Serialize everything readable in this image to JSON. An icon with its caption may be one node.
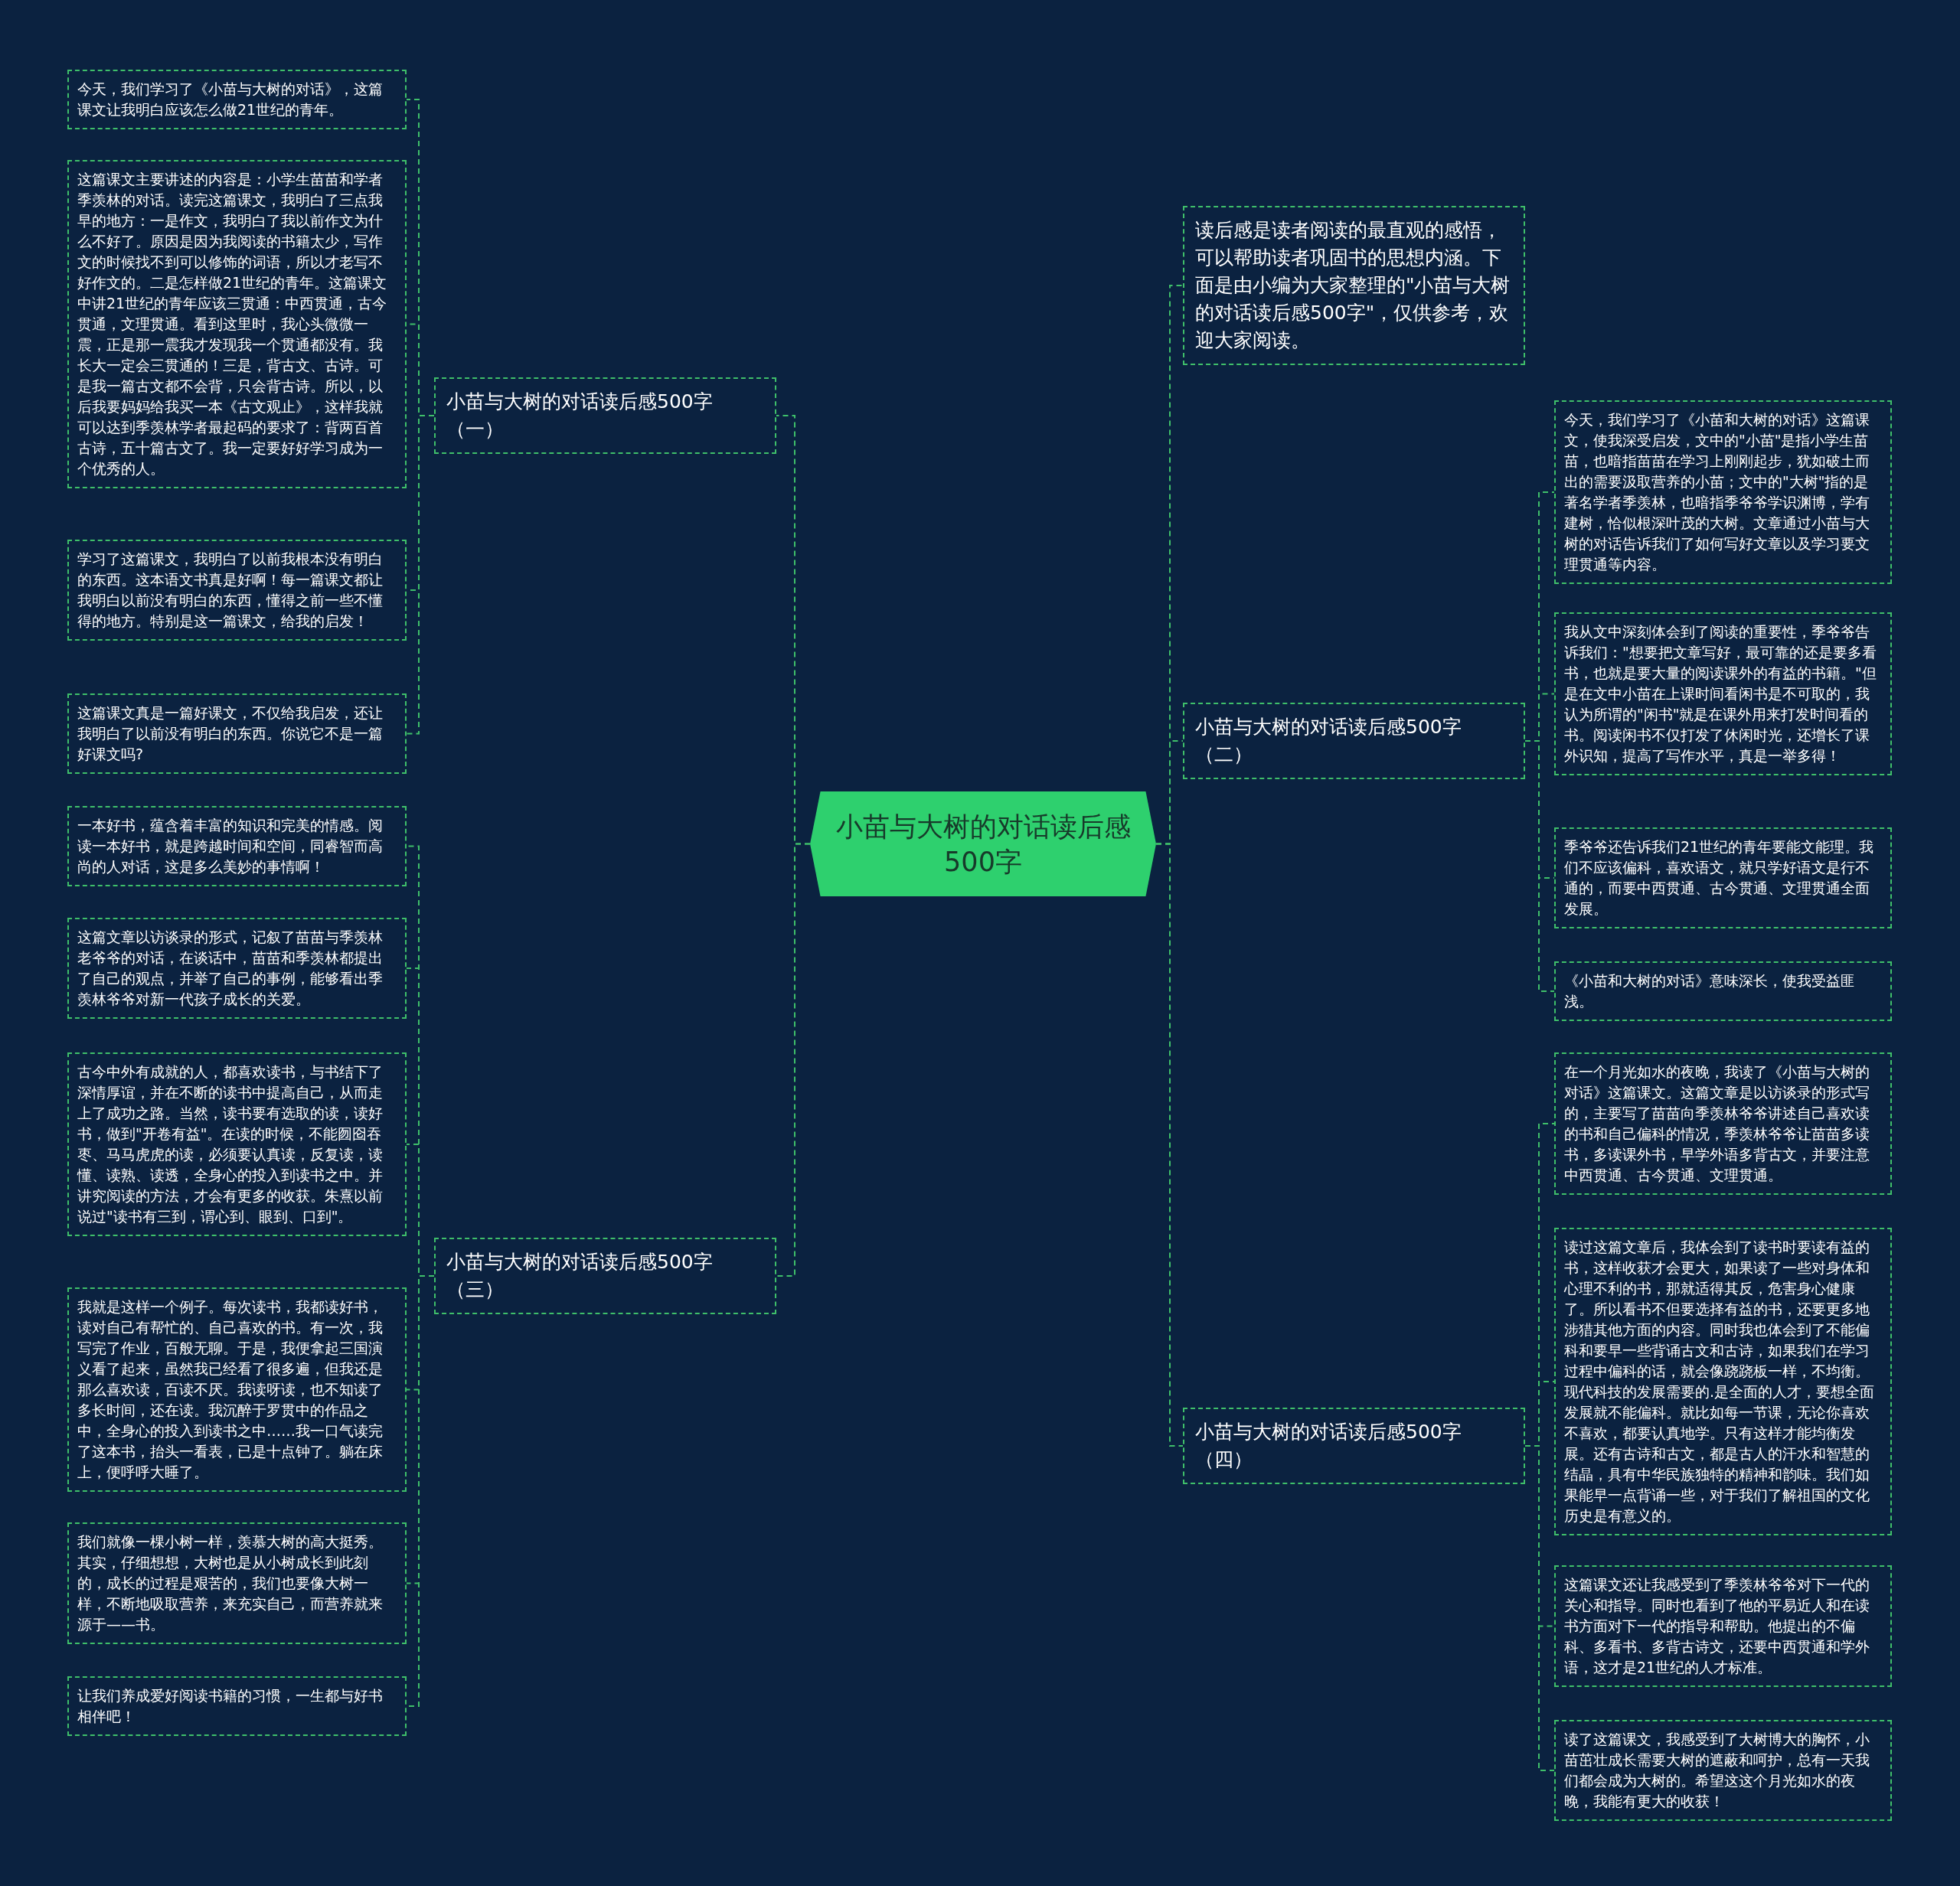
{
  "diagram": {
    "nodes": [
      {
        "text": [
          "小苗与大树的对话读后感500字"
        ]
      },
      {
        "text": [
          "小苗与大树的对话读后感500字（一）"
        ]
      },
      {
        "text": [
          "今天，我们学习了《小苗与大树的对话》，这篇课文让我明白应该怎么做21世纪的青年。"
        ]
      },
      {
        "text": [
          "这篇课文主要讲述的内容是：小学生苗苗和学者季羡林的对话。读完这篇课文，我明白了三点我早的地方：一是作文，我明白了我以前作文为什么不好了。原因是因为我阅读的书籍太少，写作文的时候找不到可以修饰的词语，所以才老写不好作文的。二是怎样做21世纪的青年。这篇课文中讲21世纪的青年应该三贯通：中西贯通，古今贯通，文理贯通。看到这里时，我心头微微一震，正是那一震我才发现我一个贯通都没有。我长大一定会三贯通的！三是，背古文、古诗。可是我一篇古文都不会背，只会背古诗。所以，以后我要妈妈给我买一本《古文观止》，这样我就可以达到季羡林学者最起码的要求了：背两百首古诗，五十篇古文了。我一定要好好学习成为一个优秀的人。"
        ]
      },
      {
        "text": [
          "学习了这篇课文，我明白了以前我根本没有明白的东西。这本语文书真是好啊！每一篇课文都让我明白以前没有明白的东西，懂得之前一些不懂得的地方。特别是这一篇课文，给我的启发！"
        ]
      },
      {
        "text": [
          "这篇课文真是一篇好课文，不仅给我启发，还让我明白了以前没有明白的东西。你说它不是一篇好课文吗?"
        ]
      },
      {
        "text": [
          "小苗与大树的对话读后感500字（三）"
        ]
      },
      {
        "text": [
          "一本好书，蕴含着丰富的知识和完美的情感。阅读一本好书，就是跨越时间和空间，同睿智而高尚的人对话，这是多么美妙的事情啊！"
        ]
      },
      {
        "text": [
          "这篇文章以访谈录的形式，记叙了苗苗与季羡林老爷爷的对话，在谈话中，苗苗和季羡林都提出了自己的观点，并举了自己的事例，能够看出季羡林爷爷对新一代孩子成长的关爱。"
        ]
      },
      {
        "text": [
          "古今中外有成就的人，都喜欢读书，与书结下了深情厚谊，并在不断的读书中提高自己，从而走上了成功之路。当然，读书要有选取的读，读好书，做到\"开卷有益\"。在读的时候，不能囫囵吞枣、马马虎虎的读，必须要认真读，反复读，读懂、读熟、读透，全身心的投入到读书之中。并讲究阅读的方法，才会有更多的收获。朱熹以前说过\"读书有三到，谓心到、眼到、口到\"。"
        ]
      },
      {
        "text": [
          "我就是这样一个例子。每次读书，我都读好书，读对自己有帮忙的、自己喜欢的书。有一次，我写完了作业，百般无聊。于是，我便拿起三国演义看了起来，虽然我已经看了很多遍，但我还是那么喜欢读，百读不厌。我读呀读，也不知读了多长时间，还在读。我沉醉于罗贯中的作品之中，全身心的投入到读书之中……我一口气读完了这本书，抬头一看表，已是十点钟了。躺在床上，便呼呼大睡了。"
        ]
      },
      {
        "text": [
          "我们就像一棵小树一样，羡慕大树的高大挺秀。其实，仔细想想，大树也是从小树成长到此刻的，成长的过程是艰苦的，我们也要像大树一样，不断地吸取营养，来充实自己，而营养就来源于——书。"
        ]
      },
      {
        "text": [
          "让我们养成爱好阅读书籍的习惯，一生都与好书相伴吧！"
        ]
      },
      {
        "text": [
          "读后感是读者阅读的最直观的感悟，可以帮助读者巩固书的思想内涵。下面是由小编为大家整理的\"小苗与大树的对话读后感500字\"，仅供参考，欢迎大家阅读。"
        ]
      },
      {
        "text": [
          "小苗与大树的对话读后感500字（二）"
        ]
      },
      {
        "text": [
          "今天，我们学习了《小苗和大树的对话》这篇课文，使我深受启发，文中的\"小苗\"是指小学生苗苗，也暗指苗苗在学习上刚刚起步，犹如破土而出的需要汲取营养的小苗；文中的\"大树\"指的是著名学者季羡林，也暗指季爷爷学识渊博，学有建树，恰似根深叶茂的大树。文章通过小苗与大树的对话告诉我们了如何写好文章以及学习要文理贯通等内容。"
        ]
      },
      {
        "text": [
          "我从文中深刻体会到了阅读的重要性，季爷爷告诉我们：\"想要把文章写好，最可靠的还是要多看书，也就是要大量的阅读课外的有益的书籍。\"但是在文中小苗在上课时间看闲书是不可取的，我认为所谓的\"闲书\"就是在课外用来打发时间看的书。阅读闲书不仅打发了休闲时光，还增长了课外识知，提高了写作水平，真是一举多得！"
        ]
      },
      {
        "text": [
          "季爷爷还告诉我们21世纪的青年要能文能理。我们不应该偏科，喜欢语文，就只学好语文是行不通的，而要中西贯通、古今贯通、文理贯通全面发展。"
        ]
      },
      {
        "text": [
          "《小苗和大树的对话》意味深长，使我受益匪浅。"
        ]
      },
      {
        "text": [
          "小苗与大树的对话读后感500字（四）"
        ]
      },
      {
        "text": [
          "在一个月光如水的夜晚，我读了《小苗与大树的对话》这篇课文。这篇文章是以访谈录的形式写的，主要写了苗苗向季羡林爷爷讲述自己喜欢读的书和自己偏科的情况，季羡林爷爷让苗苗多读书，多读课外书，早学外语多背古文，并要注意中西贯通、古今贯通、文理贯通。"
        ]
      },
      {
        "text": [
          "读过这篇文章后，我体会到了读书时要读有益的书，这样收获才会更大，如果读了一些对身体和心理不利的书，那就适得其反，危害身心健康了。所以看书不但要选择有益的书，还要更多地涉猎其他方面的内容。同时我也体会到了不能偏科和要早一些背诵古文和古诗，如果我们在学习过程中偏科的话，就会像跷跷板一样，不均衡。现代科技的发展需要的.是全面的人才，要想全面发展就不能偏科。就比如每一节课，无论你喜欢不喜欢，都要认真地学。只有这样才能均衡发展。还有古诗和古文，都是古人的汗水和智慧的结晶，具有中华民族独特的精神和韵味。我们如果能早一点背诵一些，对于我们了解祖国的文化历史是有意义的。"
        ]
      },
      {
        "text": [
          "这篇课文还让我感受到了季羡林爷爷对下一代的关心和指导。同时也看到了他的平易近人和在读书方面对下一代的指导和帮助。他提出的不偏科、多看书、多背古诗文，还要中西贯通和学外语，这才是21世纪的人才标准。"
        ]
      },
      {
        "text": [
          "读了这篇课文，我感受到了大树博大的胸怀，小苗茁壮成长需要大树的遮蔽和呵护，总有一天我们都会成为大树的。希望这这个月光如水的夜晚，我能有更大的收获！"
        ]
      }
    ],
    "edges": [
      {
        "from": 0,
        "to": 1,
        "arrow": "none"
      },
      {
        "from": 1,
        "to": 2,
        "arrow": "none"
      },
      {
        "from": 1,
        "to": 3,
        "arrow": "none"
      },
      {
        "from": 1,
        "to": 4,
        "arrow": "none"
      },
      {
        "from": 1,
        "to": 5,
        "arrow": "none"
      },
      {
        "from": 0,
        "to": 6,
        "arrow": "none"
      },
      {
        "from": 6,
        "to": 7,
        "arrow": "none"
      },
      {
        "from": 6,
        "to": 8,
        "arrow": "none"
      },
      {
        "from": 6,
        "to": 9,
        "arrow": "none"
      },
      {
        "from": 6,
        "to": 10,
        "arrow": "none"
      },
      {
        "from": 6,
        "to": 11,
        "arrow": "none"
      },
      {
        "from": 6,
        "to": 12,
        "arrow": "none"
      },
      {
        "from": 0,
        "to": 13,
        "arrow": "none"
      },
      {
        "from": 0,
        "to": 14,
        "arrow": "none"
      },
      {
        "from": 14,
        "to": 15,
        "arrow": "none"
      },
      {
        "from": 14,
        "to": 16,
        "arrow": "none"
      },
      {
        "from": 14,
        "to": 17,
        "arrow": "none"
      },
      {
        "from": 14,
        "to": 18,
        "arrow": "none"
      },
      {
        "from": 0,
        "to": 19,
        "arrow": "none"
      },
      {
        "from": 19,
        "to": 20,
        "arrow": "none"
      },
      {
        "from": 19,
        "to": 21,
        "arrow": "none"
      },
      {
        "from": 19,
        "to": 22,
        "arrow": "none"
      },
      {
        "from": 19,
        "to": 23,
        "arrow": "none"
      }
    ]
  }
}
